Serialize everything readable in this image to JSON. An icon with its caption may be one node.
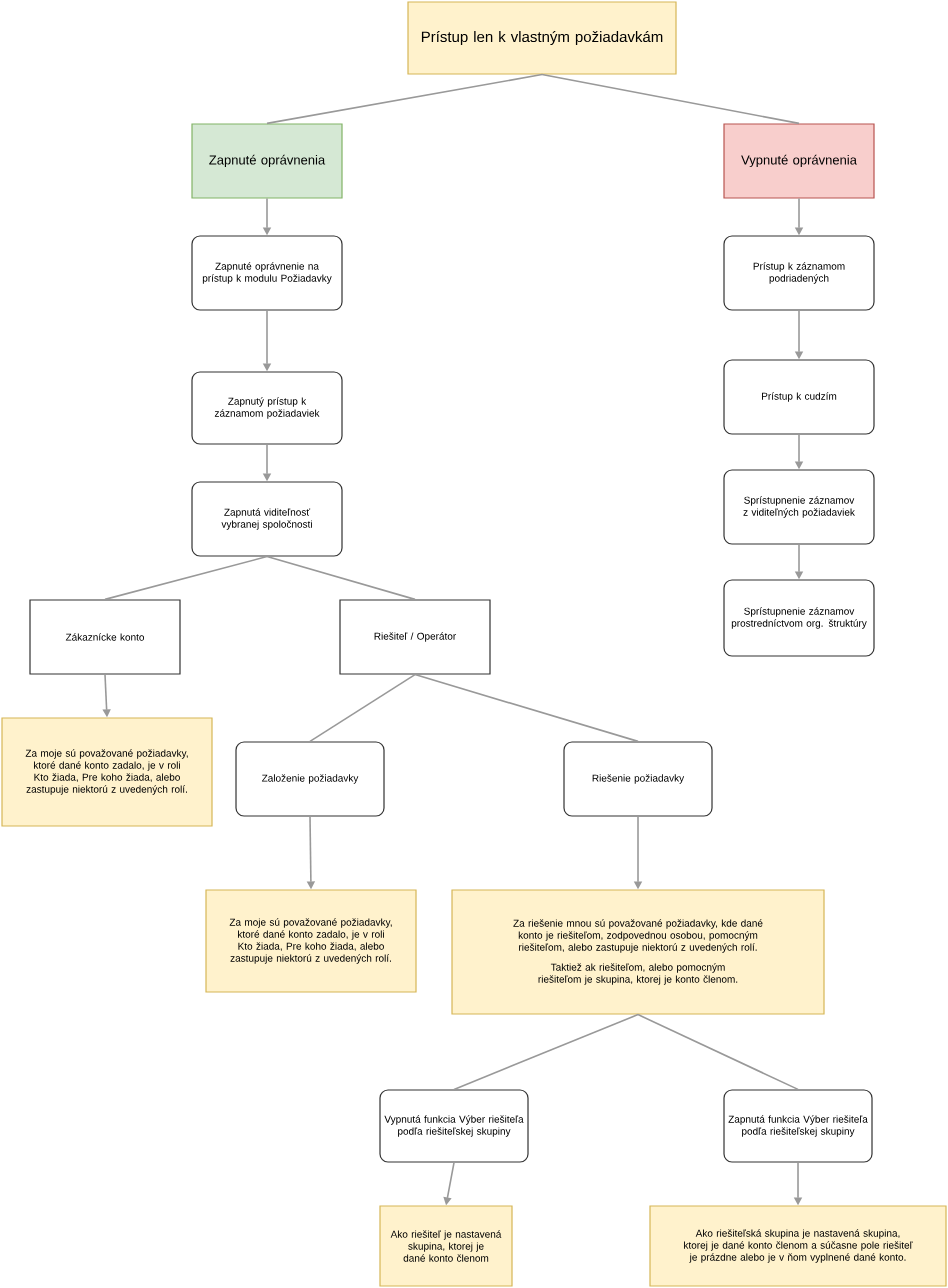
{
  "diagram": {
    "nodes": [
      {
        "text": [
          "Prístup len k vlastným požiadavkám"
        ]
      },
      {
        "text": [
          "Zapnuté oprávnenia"
        ]
      },
      {
        "text": [
          "Vypnuté oprávnenia"
        ]
      },
      {
        "text": [
          "Zapnuté oprávnenie na prístup k modulu Požiadavky"
        ]
      },
      {
        "text": [
          "Prístup k  záznamom podriadených"
        ]
      },
      {
        "text": [
          "Zapnutý prístup k záznamom požiadaviek"
        ]
      },
      {
        "text": [
          "Prístup k cudzím"
        ]
      },
      {
        "text": [
          "Sprístupnenie záznamov z viditeľných požiadaviek"
        ]
      },
      {
        "text": [
          "Zapnutá viditeľnosť vybranej spoločnosti"
        ]
      },
      {
        "text": [
          "Sprístupnenie záznamov prostredníctvom org. štruktúry"
        ]
      },
      {
        "text": [
          "Zákaznícke konto"
        ]
      },
      {
        "text": [
          "Riešiteľ / Operátor"
        ]
      },
      {
        "text": [
          "Za moje sú považované požiadavky, ktoré dané konto zadalo, je v roli Kto žiada, Pre koho žiada, alebo zastupuje niektorú z uvedených rolí."
        ]
      },
      {
        "text": [
          "Založenie požiadavky"
        ]
      },
      {
        "text": [
          "Riešenie požiadavky"
        ]
      },
      {
        "text": [
          "Za moje sú považované požiadavky, ktoré dané konto zadalo, je v roli Kto žiada, Pre koho žiada, alebo zastupuje niektorú z uvedených rolí."
        ]
      },
      {
        "text": [
          "Za riešenie mnou sú považované požiadavky, kde dané konto je riešiteľom, zodpovednou osobou, pomocným riešiteľom, alebo zastupuje niektorú z uvedených rolí.",
          "Taktiež ak riešiteľom, alebo pomocným riešiteľom je skupina, ktorej je konto členom."
        ]
      },
      {
        "text": [
          "Vypnutá funkcia Výber riešiteľa podľa riešiteľskej skupiny"
        ]
      },
      {
        "text": [
          "Zapnutá funkcia Výber riešiteľa podľa riešiteľskej skupiny"
        ]
      },
      {
        "text": [
          "Ako riešiteľ je nastavená skupina, ktorej je dané konto členom"
        ]
      },
      {
        "text": [
          "Ako riešiteľská skupina je nastavená skupina, ktorej je dané konto členom a súčasne pole riešiteľ je prázdne alebo je v ňom vyplnené dané konto."
        ]
      }
    ],
    "edges": [
      {
        "from": 0,
        "to": 1,
        "arrow": "none"
      },
      {
        "from": 0,
        "to": 2,
        "arrow": "none"
      },
      {
        "from": 1,
        "to": 3,
        "arrow": "to"
      },
      {
        "from": 3,
        "to": 5,
        "arrow": "to"
      },
      {
        "from": 5,
        "to": 8,
        "arrow": "to"
      },
      {
        "from": 8,
        "to": 10,
        "arrow": "none"
      },
      {
        "from": 8,
        "to": 11,
        "arrow": "none"
      },
      {
        "from": 10,
        "to": 12,
        "arrow": "to"
      },
      {
        "from": 11,
        "to": 13,
        "arrow": "none"
      },
      {
        "from": 11,
        "to": 14,
        "arrow": "none"
      },
      {
        "from": 13,
        "to": 15,
        "arrow": "to"
      },
      {
        "from": 14,
        "to": 16,
        "arrow": "to"
      },
      {
        "from": 16,
        "to": 17,
        "arrow": "none"
      },
      {
        "from": 16,
        "to": 18,
        "arrow": "none"
      },
      {
        "from": 17,
        "to": 19,
        "arrow": "to"
      },
      {
        "from": 18,
        "to": 20,
        "arrow": "to"
      },
      {
        "from": 2,
        "to": 4,
        "arrow": "to"
      },
      {
        "from": 4,
        "to": 6,
        "arrow": "to"
      },
      {
        "from": 6,
        "to": 7,
        "arrow": "to"
      },
      {
        "from": 7,
        "to": 9,
        "arrow": "to"
      }
    ]
  }
}
